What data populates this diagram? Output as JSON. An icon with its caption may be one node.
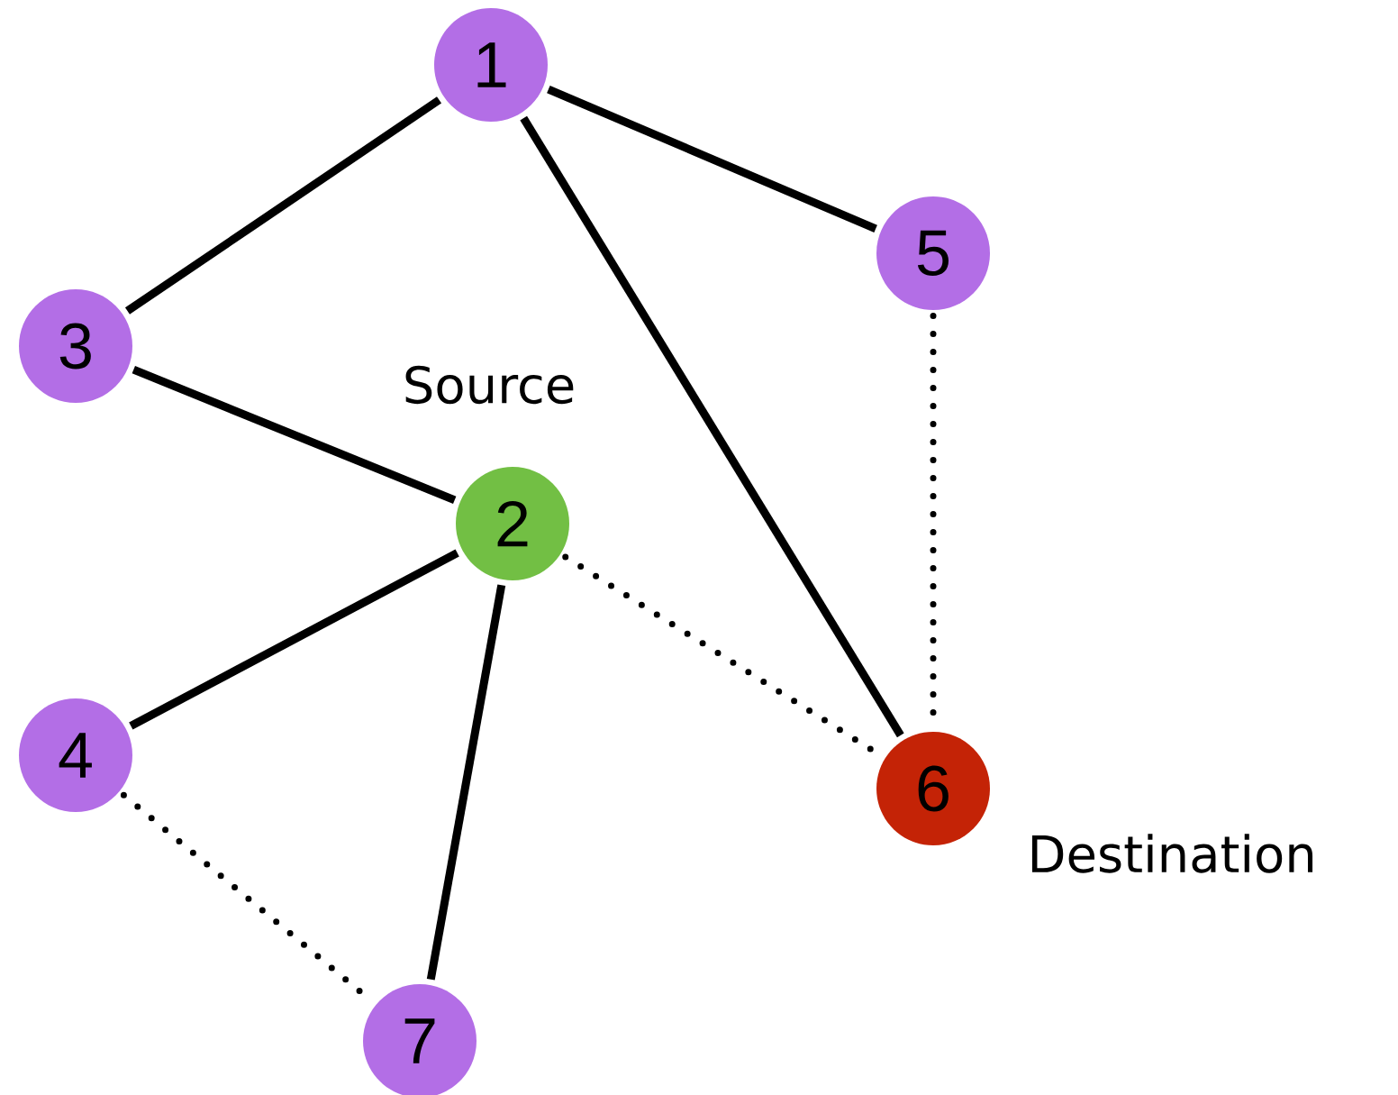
{
  "diagram": {
    "nodes": [
      {
        "text": [
          "1"
        ]
      },
      {
        "text": [
          "5"
        ]
      },
      {
        "text": [
          "3"
        ]
      },
      {
        "text": [
          "2"
        ],
        "beside": [
          "Source"
        ]
      },
      {
        "text": [
          "4"
        ]
      },
      {
        "text": [
          "6"
        ],
        "beside": [
          "Destination"
        ]
      },
      {
        "text": [
          "7"
        ]
      }
    ],
    "edges": [
      {
        "from": 0,
        "to": 2,
        "arrow": "none"
      },
      {
        "from": 0,
        "to": 5,
        "arrow": "none"
      },
      {
        "from": 0,
        "to": 1,
        "arrow": "none"
      },
      {
        "from": 2,
        "to": 3,
        "arrow": "none"
      },
      {
        "from": 3,
        "to": 4,
        "arrow": "none"
      },
      {
        "from": 3,
        "to": 6,
        "arrow": "none"
      },
      {
        "from": 1,
        "to": 5,
        "arrow": "none",
        "style": "dashed"
      },
      {
        "from": 3,
        "to": 5,
        "arrow": "none",
        "style": "dashed"
      },
      {
        "from": 4,
        "to": 6,
        "arrow": "none",
        "style": "dashed"
      }
    ]
  }
}
